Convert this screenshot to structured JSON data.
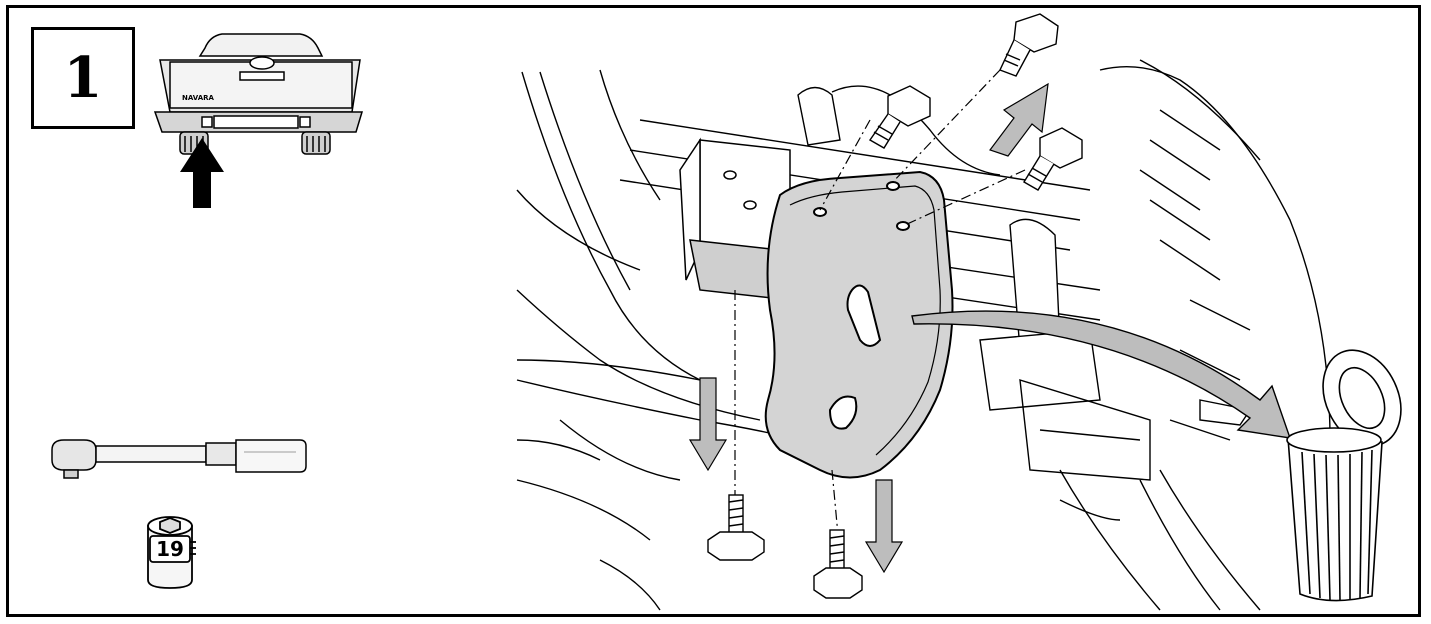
{
  "step": {
    "number": "1"
  },
  "vehicle": {
    "badge": "NAVARA"
  },
  "tools": {
    "socket_size": "19"
  },
  "colors": {
    "line": "#000000",
    "part_fill": "#cfcfcf",
    "arrow_fill": "#bdbdbd",
    "bg": "#ffffff"
  },
  "icons": [
    "pickup-truck-rear-icon",
    "up-arrow-icon",
    "ratchet-wrench-icon",
    "socket-icon",
    "bolt-icon",
    "down-arrow-icon",
    "trash-bin-icon",
    "curved-arrow-icon"
  ]
}
